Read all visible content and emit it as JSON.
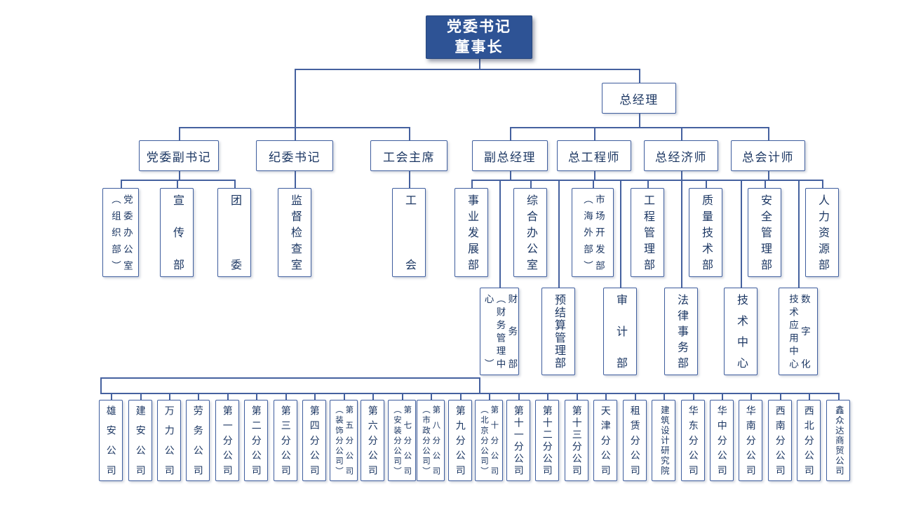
{
  "colors": {
    "accent": "#2e5395",
    "border": "#3f5e9e",
    "line": "#45619f",
    "text": "#1c3763",
    "root_text": "#ffffff"
  },
  "chart": {
    "root": {
      "lines": [
        "党委书记",
        "董事长"
      ]
    },
    "gm": {
      "label": "总经理"
    },
    "leaders": [
      {
        "label": "党委副书记"
      },
      {
        "label": "纪委书记"
      },
      {
        "label": "工会主席"
      },
      {
        "label": "副总经理"
      },
      {
        "label": "总工程师"
      },
      {
        "label": "总经济师"
      },
      {
        "label": "总会计师"
      }
    ],
    "left_depts": [
      {
        "lines": [
          "党委办公室",
          "（组织部）"
        ]
      },
      {
        "lines": [
          "宣传部"
        ]
      },
      {
        "lines": [
          "团委"
        ]
      },
      {
        "lines": [
          "监督检查室"
        ]
      },
      {
        "lines": [
          "工会"
        ]
      }
    ],
    "depts_row1": [
      {
        "lines": [
          "事业发展部"
        ]
      },
      {
        "lines": [
          "综合办公室"
        ]
      },
      {
        "lines": [
          "市场开发部",
          "（海外部）"
        ]
      },
      {
        "lines": [
          "工程管理部"
        ]
      },
      {
        "lines": [
          "质量技术部"
        ]
      },
      {
        "lines": [
          "安全管理部"
        ]
      },
      {
        "lines": [
          "人力资源部"
        ]
      }
    ],
    "depts_row2": [
      {
        "lines": [
          "财务部",
          "（财务管理中心）"
        ]
      },
      {
        "lines": [
          "预结算管理部"
        ]
      },
      {
        "lines": [
          "审计部"
        ]
      },
      {
        "lines": [
          "法律事务部"
        ]
      },
      {
        "lines": [
          "技术中心"
        ]
      },
      {
        "lines": [
          "数字化",
          "技术应用中心"
        ]
      }
    ],
    "companies": [
      {
        "lines": [
          "雄安公司"
        ]
      },
      {
        "lines": [
          "建安公司"
        ]
      },
      {
        "lines": [
          "万力公司"
        ]
      },
      {
        "lines": [
          "劳务公司"
        ]
      },
      {
        "lines": [
          "第一分公司"
        ]
      },
      {
        "lines": [
          "第二分公司"
        ]
      },
      {
        "lines": [
          "第三分公司"
        ]
      },
      {
        "lines": [
          "第四分公司"
        ]
      },
      {
        "lines": [
          "第五分公司",
          "（装饰分公司）"
        ]
      },
      {
        "lines": [
          "第六分公司"
        ]
      },
      {
        "lines": [
          "第七分公司",
          "（安装分公司）"
        ]
      },
      {
        "lines": [
          "第八分公司",
          "（市政分公司）"
        ]
      },
      {
        "lines": [
          "第九分公司"
        ]
      },
      {
        "lines": [
          "第十分公司",
          "（北京分公司）"
        ]
      },
      {
        "lines": [
          "第十一分公司"
        ]
      },
      {
        "lines": [
          "第十二分公司"
        ]
      },
      {
        "lines": [
          "第十三分公司"
        ]
      },
      {
        "lines": [
          "天津分公司"
        ]
      },
      {
        "lines": [
          "租赁分公司"
        ]
      },
      {
        "lines": [
          "建筑设计研究院"
        ]
      },
      {
        "lines": [
          "华东分公司"
        ]
      },
      {
        "lines": [
          "华中分公司"
        ]
      },
      {
        "lines": [
          "华南分公司"
        ]
      },
      {
        "lines": [
          "西南分公司"
        ]
      },
      {
        "lines": [
          "西北分公司"
        ]
      },
      {
        "lines": [
          "鑫众达商贸公司"
        ]
      }
    ]
  }
}
